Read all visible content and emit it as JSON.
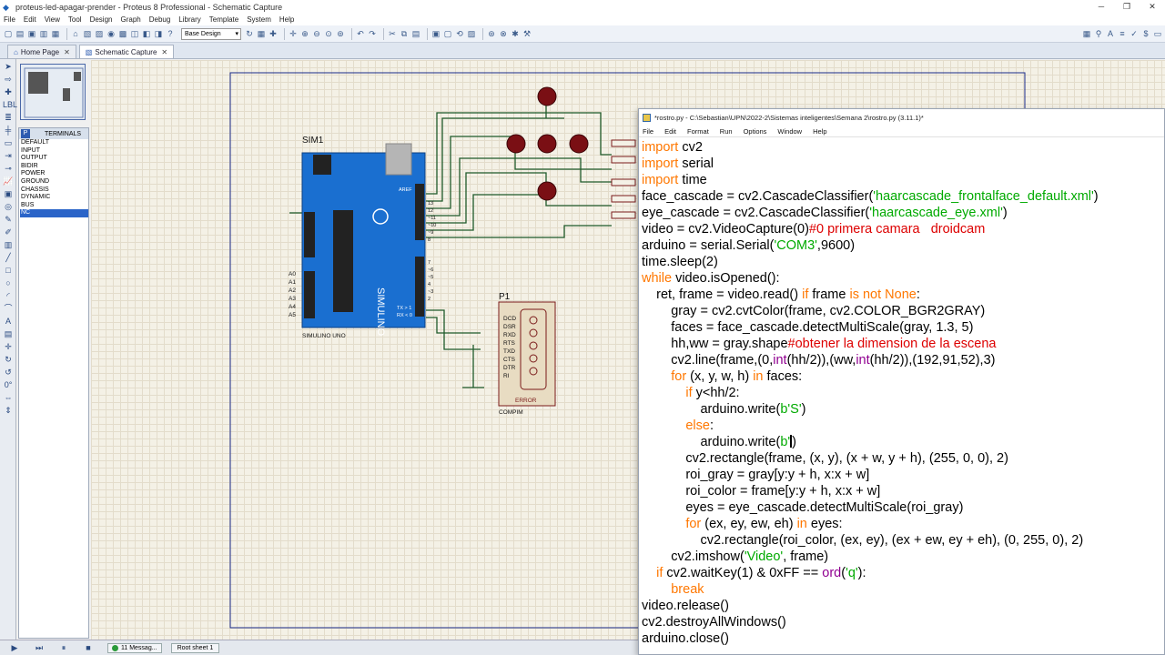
{
  "proteus": {
    "title": "proteus-led-apagar-prender - Proteus 8 Professional - Schematic Capture",
    "menu": [
      "File",
      "Edit",
      "View",
      "Tool",
      "Design",
      "Graph",
      "Debug",
      "Library",
      "Template",
      "System",
      "Help"
    ],
    "design_select": "Base Design",
    "tabs": [
      {
        "label": "Home Page"
      },
      {
        "label": "Schematic Capture"
      }
    ],
    "terminals_title": "TERMINALS",
    "terminals_panel_letter": "P",
    "terminals": [
      "DEFAULT",
      "INPUT",
      "OUTPUT",
      "BIDIR",
      "POWER",
      "GROUND",
      "CHASSIS",
      "DYNAMIC",
      "BUS",
      "NC"
    ],
    "selected_terminal": "NC",
    "status": {
      "messages": "11 Messag...",
      "sheet": "Root sheet 1"
    },
    "schematic": {
      "sim_label": "SIM1",
      "board_text": "SIMULINO",
      "board_caption": "SIMULINO UNO",
      "aref": "AREF",
      "port_label": "P1",
      "port_caption": "COMPIM",
      "port_error": "ERROR",
      "port_pins": [
        "DCD",
        "DSR",
        "RXD",
        "RTS",
        "TXD",
        "CTS",
        "DTR",
        "RI"
      ],
      "analog_pins": [
        "A0",
        "A1",
        "A2",
        "A3",
        "A4",
        "A5"
      ],
      "digital_pins": [
        "13",
        "12",
        "~11",
        "~10",
        "~9",
        "8",
        "7",
        "~6",
        "~5",
        "4",
        "~3",
        "2",
        "TX > 1",
        "RX < 0"
      ]
    }
  },
  "idle": {
    "title": "*rostro.py - C:\\Sebastian\\UPN\\2022-2\\Sistemas inteligentes\\Semana 2\\rostro.py (3.11.1)*",
    "menu": [
      "File",
      "Edit",
      "Format",
      "Run",
      "Options",
      "Window",
      "Help"
    ],
    "code": [
      [
        {
          "t": "import",
          "c": "kw"
        },
        {
          "t": " cv2",
          "c": ""
        }
      ],
      [
        {
          "t": "import",
          "c": "kw"
        },
        {
          "t": " serial",
          "c": ""
        }
      ],
      [
        {
          "t": "import",
          "c": "kw"
        },
        {
          "t": " time",
          "c": ""
        }
      ],
      [
        {
          "t": "face_cascade = cv2.CascadeClassifier(",
          "c": ""
        },
        {
          "t": "'haarcascade_frontalface_default.xml'",
          "c": "st"
        },
        {
          "t": ")",
          "c": ""
        }
      ],
      [
        {
          "t": "eye_cascade = cv2.CascadeClassifier(",
          "c": ""
        },
        {
          "t": "'haarcascade_eye.xml'",
          "c": "st"
        },
        {
          "t": ")",
          "c": ""
        }
      ],
      [
        {
          "t": "video = cv2.VideoCapture(0)",
          "c": ""
        },
        {
          "t": "#0 primera camara   droidcam",
          "c": "cm"
        }
      ],
      [
        {
          "t": "arduino = serial.Serial(",
          "c": ""
        },
        {
          "t": "'COM3'",
          "c": "st"
        },
        {
          "t": ",9600)",
          "c": ""
        }
      ],
      [
        {
          "t": "time.sleep(2)",
          "c": ""
        }
      ],
      [
        {
          "t": "while",
          "c": "kw"
        },
        {
          "t": " video.isOpened():",
          "c": ""
        }
      ],
      [
        {
          "t": "    ret, frame = video.read() ",
          "c": ""
        },
        {
          "t": "if",
          "c": "kw"
        },
        {
          "t": " frame ",
          "c": ""
        },
        {
          "t": "is not None",
          "c": "kw"
        },
        {
          "t": ":",
          "c": ""
        }
      ],
      [
        {
          "t": "        gray = cv2.cvtColor(frame, cv2.COLOR_BGR2GRAY)",
          "c": ""
        }
      ],
      [
        {
          "t": "        faces = face_cascade.detectMultiScale(gray, 1.3, 5)",
          "c": ""
        }
      ],
      [
        {
          "t": "        hh,ww = gray.shape",
          "c": ""
        },
        {
          "t": "#obtener la dimension de la escena",
          "c": "cm"
        }
      ],
      [
        {
          "t": "        cv2.line(frame,(0,",
          "c": ""
        },
        {
          "t": "int",
          "c": "bi"
        },
        {
          "t": "(hh/2)),(ww,",
          "c": ""
        },
        {
          "t": "int",
          "c": "bi"
        },
        {
          "t": "(hh/2)),(192,91,52),3)",
          "c": ""
        }
      ],
      [
        {
          "t": "        ",
          "c": ""
        },
        {
          "t": "for",
          "c": "kw"
        },
        {
          "t": " (x, y, w, h) ",
          "c": ""
        },
        {
          "t": "in",
          "c": "kw"
        },
        {
          "t": " faces:",
          "c": ""
        }
      ],
      [
        {
          "t": "            ",
          "c": ""
        },
        {
          "t": "if",
          "c": "kw"
        },
        {
          "t": " y<hh/2:",
          "c": ""
        }
      ],
      [
        {
          "t": "                arduino.write(",
          "c": ""
        },
        {
          "t": "b'S'",
          "c": "st"
        },
        {
          "t": ")",
          "c": ""
        }
      ],
      [
        {
          "t": "            ",
          "c": ""
        },
        {
          "t": "else",
          "c": "kw"
        },
        {
          "t": ":",
          "c": ""
        }
      ],
      [
        {
          "t": "                arduino.write(",
          "c": ""
        },
        {
          "t": "b'",
          "c": "st"
        },
        {
          "t": "|CURSOR|",
          "c": "cursor"
        },
        {
          "t": ")",
          "c": ""
        }
      ],
      [
        {
          "t": "            cv2.rectangle(frame, (x, y), (x + w, y + h), (255, 0, 0), 2)",
          "c": ""
        }
      ],
      [
        {
          "t": "            roi_gray = gray[y:y + h, x:x + w]",
          "c": ""
        }
      ],
      [
        {
          "t": "            roi_color = frame[y:y + h, x:x + w]",
          "c": ""
        }
      ],
      [
        {
          "t": "            eyes = eye_cascade.detectMultiScale(roi_gray)",
          "c": ""
        }
      ],
      [
        {
          "t": "            ",
          "c": ""
        },
        {
          "t": "for",
          "c": "kw"
        },
        {
          "t": " (ex, ey, ew, eh) ",
          "c": ""
        },
        {
          "t": "in",
          "c": "kw"
        },
        {
          "t": " eyes:",
          "c": ""
        }
      ],
      [
        {
          "t": "                cv2.rectangle(roi_color, (ex, ey), (ex + ew, ey + eh), (0, 255, 0), 2)",
          "c": ""
        }
      ],
      [
        {
          "t": "        cv2.imshow(",
          "c": ""
        },
        {
          "t": "'Video'",
          "c": "st"
        },
        {
          "t": ", frame)",
          "c": ""
        }
      ],
      [
        {
          "t": "    ",
          "c": ""
        },
        {
          "t": "if",
          "c": "kw"
        },
        {
          "t": " cv2.waitKey(1) & 0xFF == ",
          "c": ""
        },
        {
          "t": "ord",
          "c": "bi"
        },
        {
          "t": "(",
          "c": ""
        },
        {
          "t": "'q'",
          "c": "st"
        },
        {
          "t": "):",
          "c": ""
        }
      ],
      [
        {
          "t": "        ",
          "c": ""
        },
        {
          "t": "break",
          "c": "kw"
        }
      ],
      [
        {
          "t": "video.release()",
          "c": ""
        }
      ],
      [
        {
          "t": "cv2.destroyAllWindows()",
          "c": ""
        }
      ],
      [
        {
          "t": "arduino.close()",
          "c": ""
        }
      ]
    ]
  },
  "colors": {
    "board": "#1a6fd0",
    "led": "#7a0f14",
    "wire": "#1f5a2a",
    "keyword": "#ff7700",
    "string": "#00aa00",
    "comment": "#dd0000"
  }
}
